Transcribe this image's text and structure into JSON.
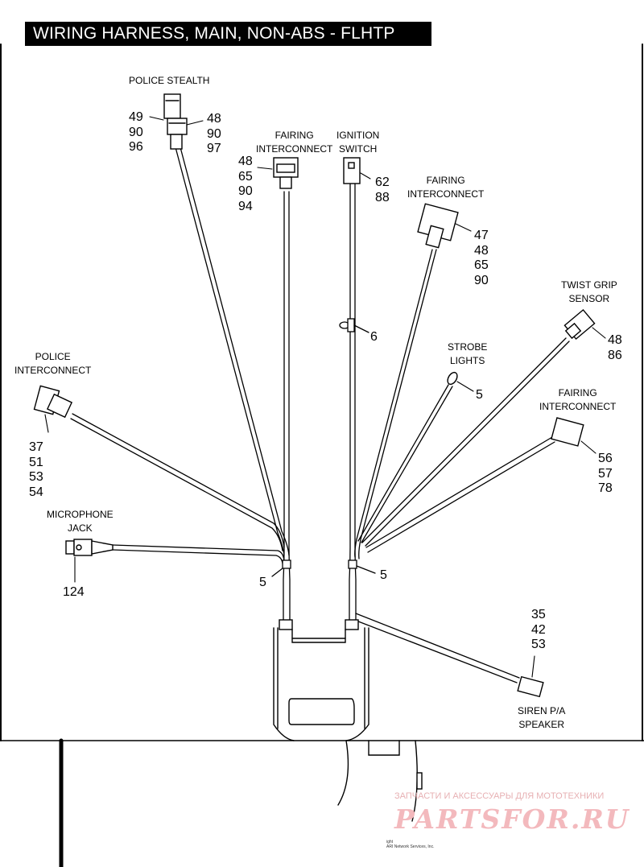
{
  "title": "WIRING HARNESS, MAIN, NON-ABS - FLHTP",
  "colors": {
    "ink": "#000000",
    "background": "#ffffff",
    "watermark": "#f3b9bd"
  },
  "components": {
    "police_stealth": {
      "label": "POLICE STEALTH",
      "refs_left": "49\n90\n96",
      "refs_right": "48\n90\n97"
    },
    "fairing_interconnect_1": {
      "label": "FAIRING\nINTERCONNECT",
      "refs": "48\n65\n90\n94"
    },
    "ignition_switch": {
      "label": "IGNITION\nSWITCH",
      "refs": "62\n88"
    },
    "fairing_interconnect_2": {
      "label": "FAIRING\nINTERCONNECT",
      "refs": "47\n48\n65\n90"
    },
    "twist_grip_sensor": {
      "label": "TWIST GRIP\nSENSOR",
      "refs": "48\n86"
    },
    "strobe_lights": {
      "label": "STROBE\nLIGHTS",
      "refs": "5"
    },
    "fairing_interconnect_3": {
      "label": "FAIRING\nINTERCONNECT",
      "refs": "56\n57\n78"
    },
    "police_interconnect": {
      "label": "POLICE\nINTERCONNECT",
      "refs": "37\n51\n53\n54"
    },
    "microphone_jack": {
      "label": "MICROPHONE\nJACK",
      "refs": "124"
    },
    "siren_pa_speaker": {
      "label": "SIREN P/A\nSPEAKER",
      "refs": "35\n42\n53"
    }
  },
  "callouts": {
    "clip_harness": "6",
    "clip_left": "5",
    "clip_right": "5"
  },
  "watermark": {
    "line1": "ЗАПЧАСТИ И АКСЕССУАРЫ ДЛЯ МОТОТЕХНИКИ",
    "logo": "PARTSFOR.RU"
  },
  "copyright": "ight\nARI Network Services, Inc."
}
